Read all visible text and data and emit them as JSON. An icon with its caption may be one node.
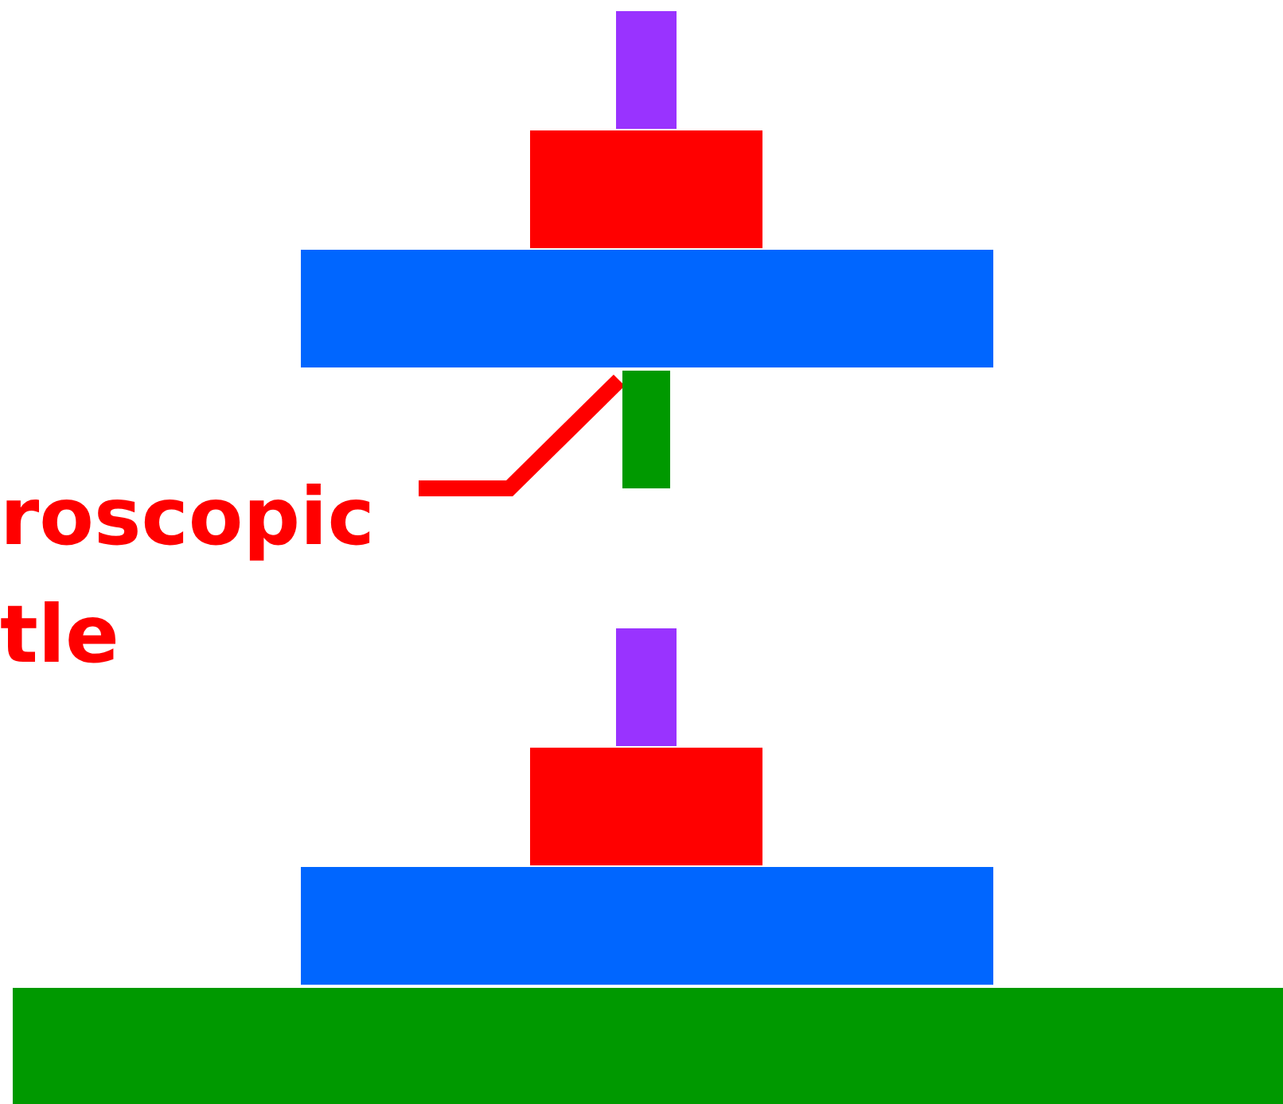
{
  "diagram": {
    "nodes": [
      {
        "text": [
          "roscopic tle"
        ]
      },
      {
        "text": [],
        "shape": "bar"
      }
    ],
    "edges": [
      {
        "from": 0,
        "to": 1,
        "arrow": "none"
      }
    ]
  }
}
